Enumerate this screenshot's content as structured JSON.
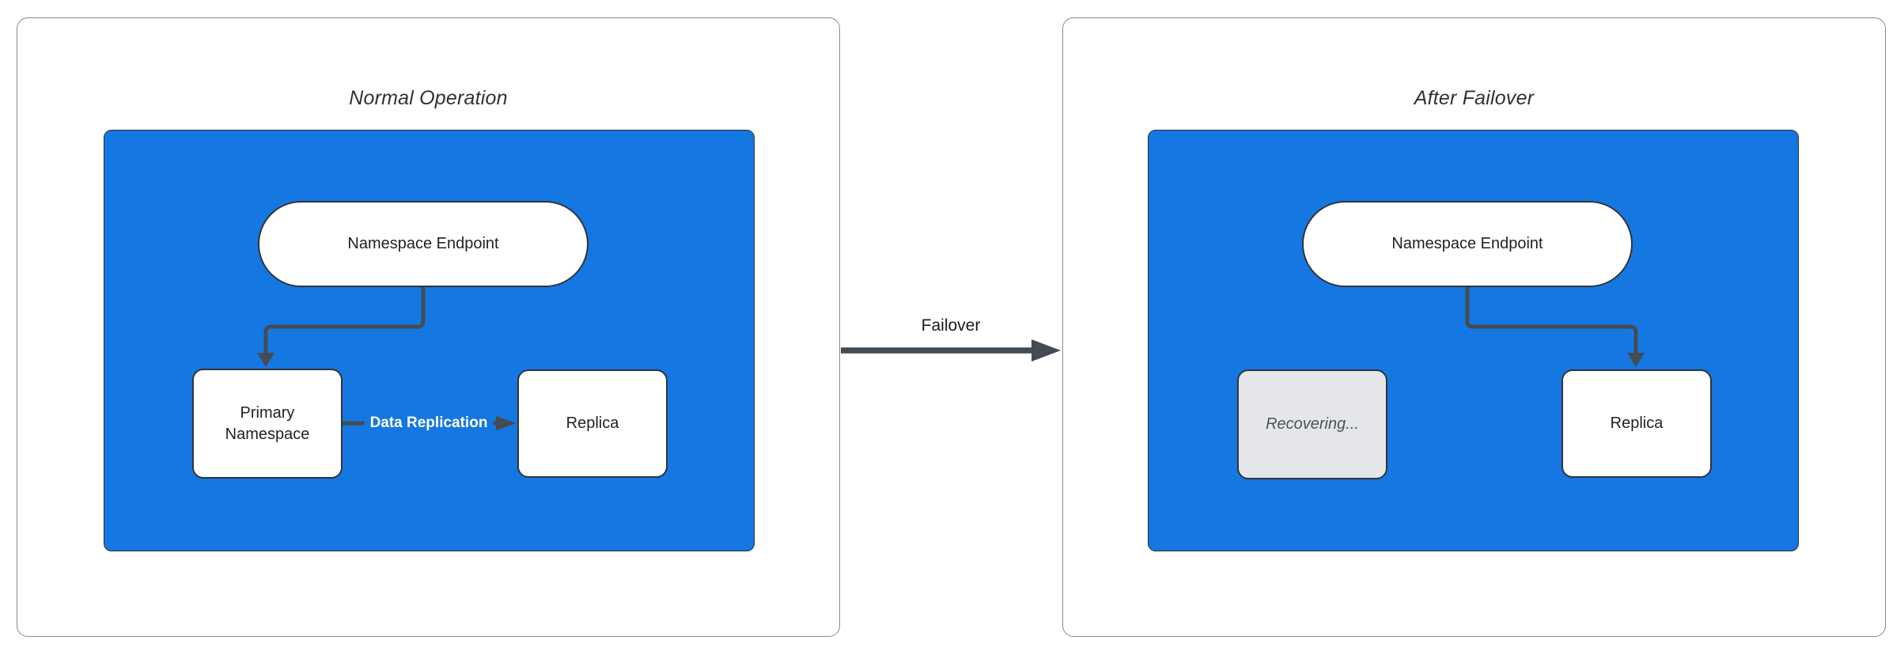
{
  "colors": {
    "accent-blue": "#1577e1",
    "node-border": "#2f343a",
    "connector": "#454b54",
    "recovering-fill": "#e4e6e9",
    "recovering-text": "#4b525b",
    "panel-border": "#8a8a8a",
    "text-dark": "#1d2127",
    "title-text": "#2e3238"
  },
  "panels": [
    {
      "title": "Normal Operation",
      "endpoint": "Namespace Endpoint",
      "left_node": "Primary Namespace",
      "right_node": "Replica",
      "edge_label": "Data Replication"
    },
    {
      "title": "After Failover",
      "endpoint": "Namespace Endpoint",
      "left_node": "Recovering...",
      "right_node": "Replica"
    }
  ],
  "transition": {
    "label": "Failover"
  }
}
